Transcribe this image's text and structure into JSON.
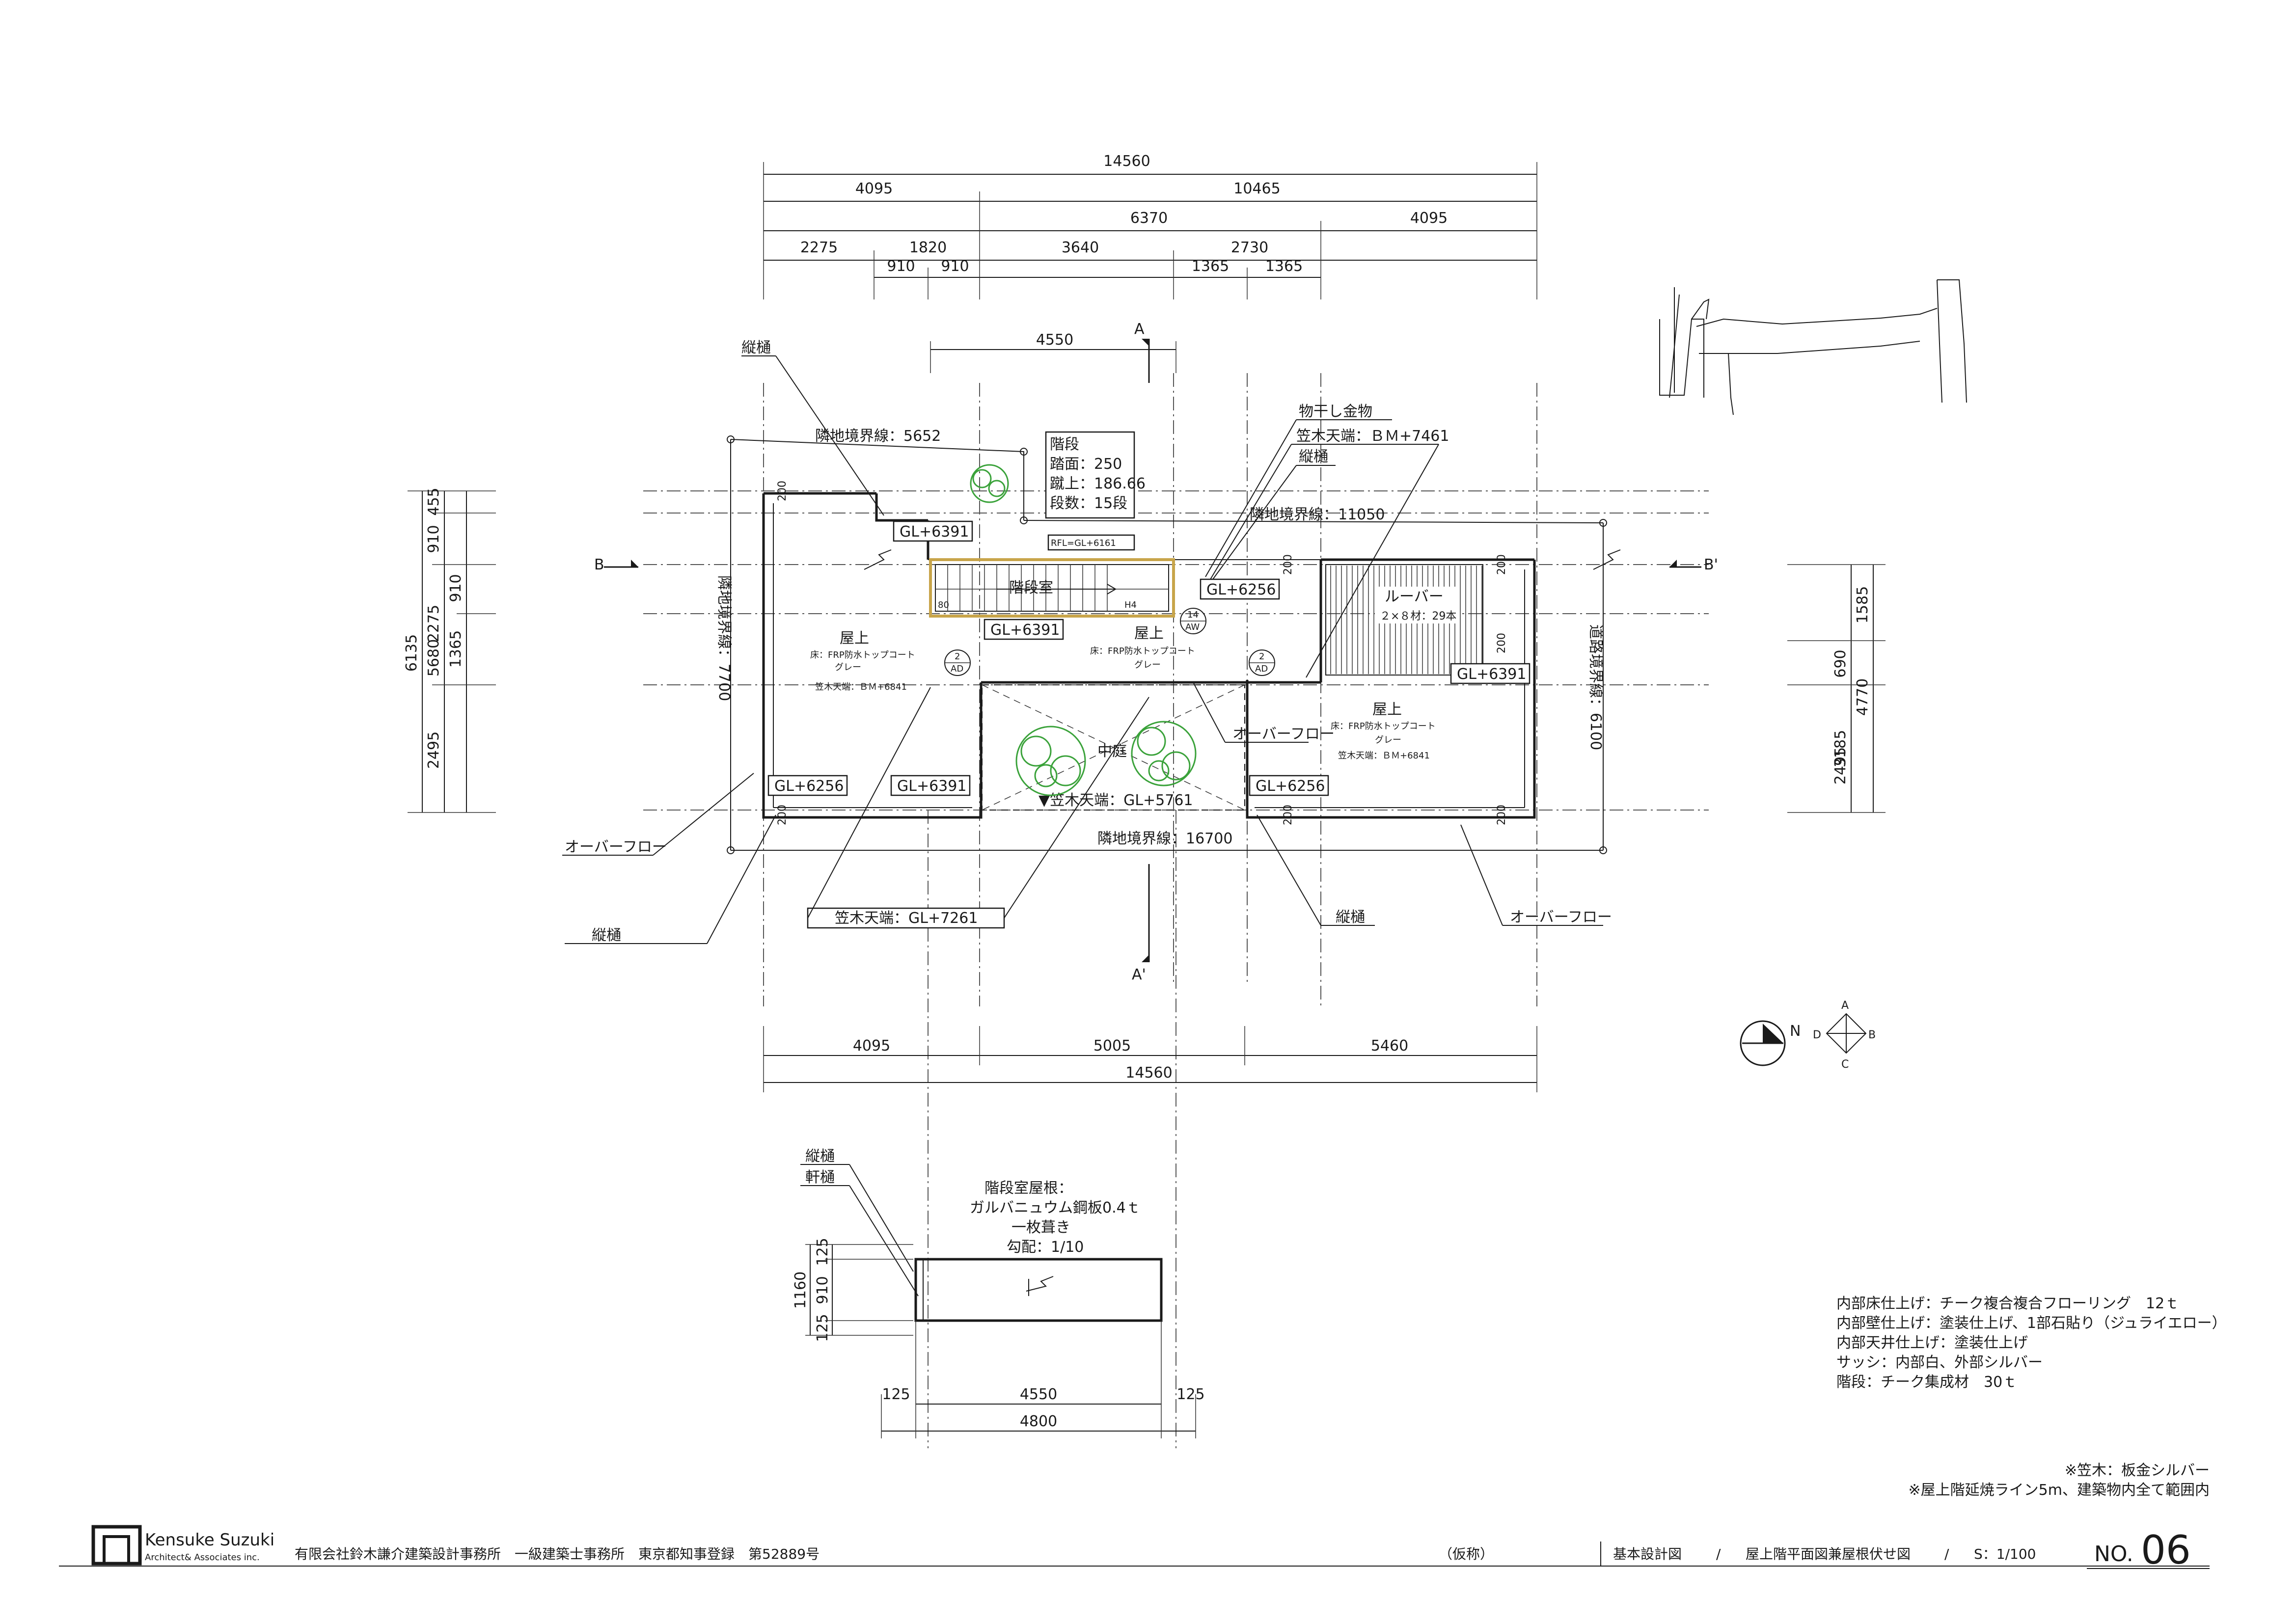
{
  "dimensions": {
    "top": {
      "overall": "14560",
      "row1": [
        "4095",
        "10465"
      ],
      "row2": [
        "6370",
        "4095"
      ],
      "row3": [
        "2275",
        "1820",
        "3640",
        "2730"
      ],
      "row4": [
        "910",
        "910",
        "1365",
        "1365"
      ],
      "stair_width": "4550"
    },
    "bottom": {
      "row1": [
        "4095",
        "5005",
        "5460"
      ],
      "overall": "14560"
    },
    "left": {
      "overall": "6135",
      "sub": "5680",
      "segments": [
        "455",
        "910",
        "910",
        "2275",
        "1365",
        "2495"
      ]
    },
    "right": {
      "segments": [
        "1585",
        "690",
        "3185",
        "2495"
      ],
      "sub": "4770"
    },
    "wall_thickness": "200"
  },
  "labels": {
    "section_a": "A",
    "section_a_prime": "A'",
    "section_b": "B",
    "section_b_prime": "B'",
    "boundary_top_left": "隣地境界線：5652",
    "boundary_top_right": "隣地境界線：11050",
    "boundary_left": "隣地境界線：7700",
    "boundary_bottom": "隣地境界線：16700",
    "road_boundary": "道路境界線：6100",
    "drain_pipe": "縦樋",
    "drain_pipe_2": "縦樋",
    "drain_pipe_3": "縦樋",
    "drain_pipe_4": "縦樋",
    "overflow": "オーバーフロー",
    "overflow_2": "オーバーフロー",
    "overflow_3": "オーバーフロー",
    "laundry": "物干し金物",
    "coping_bm7461": "笠木天端：ＢＭ+7461",
    "coping_gl7261": "笠木天端：GL+7261",
    "coping_gl5761": "▼笠木天端：GL+5761",
    "louver_title": "ルーバー",
    "louver_spec": "２×８材：29本",
    "stairwell": "階段室",
    "rfl": "RFL=GL+6161",
    "courtyard": "中庭",
    "roof": "屋上",
    "roof_finish": "床：FRP防水トップコート",
    "roof_color": "グレー",
    "roof_coping": "笠木天端：ＢＭ+6841",
    "roof_c": "屋上",
    "roof_c_finish": "床：FRP防水トップコート",
    "roof_c_color": "グレー",
    "roof_r": "屋上",
    "roof_r_finish": "床：FRP防水トップコート",
    "roof_r_color": "グレー",
    "roof_r_coping": "笠木天端：ＢＭ+6841",
    "stair_box": [
      "階段",
      "踏面：250",
      "蹴上：186.66",
      "段数：15段"
    ],
    "levels": {
      "gl6391_a": "GL+6391",
      "gl6391_b": "GL+6391",
      "gl6391_c": "GL+6391",
      "gl6391_d": "GL+6391",
      "gl6256_a": "GL+6256",
      "gl6256_b": "GL+6256",
      "gl6256_c": "GL+6256"
    },
    "tags": {
      "t1": "2",
      "t1b": "AD",
      "t2": "2",
      "t2b": "AD",
      "t3": "14",
      "t3b": "AW"
    },
    "stair_marks": [
      "80",
      "H4"
    ]
  },
  "stair_roof": {
    "drain": "縦樋",
    "eaves": "軒樋",
    "text": [
      "階段室屋根：",
      "ガルバニュウム鋼板0.4ｔ",
      "一枚葺き",
      "勾配：1/10"
    ],
    "dims_left": [
      "1160",
      "125",
      "910",
      "125"
    ],
    "dims_bottom": [
      "125",
      "4550",
      "125"
    ],
    "overall": "4800"
  },
  "compass": {
    "n": "N",
    "a": "A",
    "b": "B",
    "c": "C",
    "d": "D"
  },
  "notes": [
    "内部床仕上げ：チーク複合複合フローリング　12ｔ",
    "内部壁仕上げ：塗装仕上げ、1部石貼り（ジュライエロー）",
    "内部天井仕上げ：塗装仕上げ",
    "サッシ：内部白、外部シルバー",
    "階段：チーク集成材　30ｔ"
  ],
  "notes2": [
    "※笠木：板金シルバー",
    "※屋上階延焼ライン5m、建築物内全て範囲内"
  ],
  "title_block": {
    "logo_name": "Kensuke Suzuki",
    "logo_sub": "Architect& Associates inc.",
    "office": "有限会社鈴木謙介建築設計事務所　一級建築士事務所　東京都知事登録　第52889号",
    "project": "（仮称）",
    "phase": "基本設計図",
    "sep1": "/",
    "drawing": "屋上階平面図兼屋根伏せ図",
    "sep2": "/",
    "scale": "S：1/100",
    "no_label": "NO.",
    "no_value": "06"
  },
  "colors": {
    "tree": "#3aa23a",
    "stair_frame": "#c8a54a",
    "line": "#1a1a1a"
  }
}
